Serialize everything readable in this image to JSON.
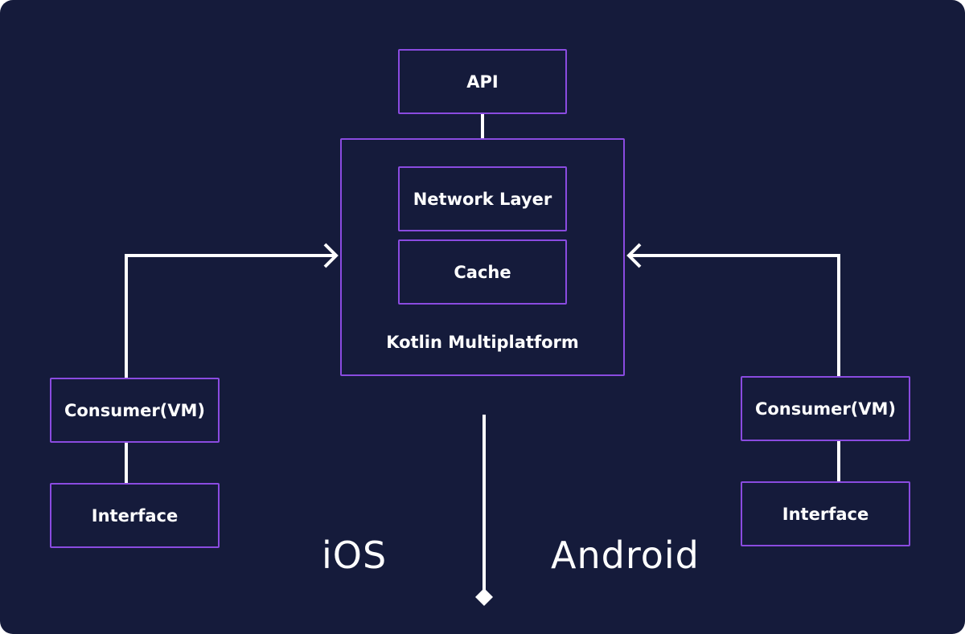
{
  "diagram": {
    "api": "API",
    "network_layer": "Network Layer",
    "cache": "Cache",
    "kmp_label": "Kotlin Multiplatform",
    "ios": {
      "consumer": "Consumer(VM)",
      "interface": "Interface",
      "label": "iOS"
    },
    "android": {
      "consumer": "Consumer(VM)",
      "interface": "Interface",
      "label": "Android"
    }
  },
  "colors": {
    "background": "#151b3b",
    "box_border": "#8a4be0",
    "line": "#ffffff",
    "text": "#ffffff"
  }
}
